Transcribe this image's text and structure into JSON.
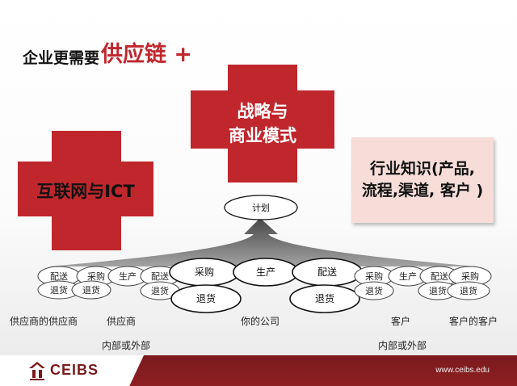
{
  "title": {
    "prefix": "企业更需要",
    "accent": "供应链 +"
  },
  "pillars": {
    "internet": "互联网与ICT",
    "strategy": "战略与\n商业模式",
    "industry": "行业知识(产品,\n流程,渠道, 客户 )"
  },
  "flow": {
    "plan": "计划",
    "core": {
      "purchase": "采购",
      "produce": "生产",
      "deliver": "配送",
      "return_left": "退货",
      "return_right": "退货"
    },
    "left_near": {
      "produce": "生产",
      "deliver": "配送",
      "return": "退货"
    },
    "left_far": {
      "deliver": "配送",
      "purchase": "采购",
      "return_a": "退货",
      "return_b": "退货"
    },
    "right_near": {
      "purchase": "采购",
      "produce": "生产",
      "return": "退货"
    },
    "right_far": {
      "deliver": "配送",
      "purchase": "采购",
      "return_a": "退货",
      "return_b": "退货"
    }
  },
  "labels": {
    "supplier_of_supplier": "供应商的供应商",
    "supplier": "供应商",
    "internal_external_left": "内部或外部",
    "your_company": "你的公司",
    "customer": "客户",
    "customer_of_customer": "客户的客户",
    "internal_external_right": "内部或外部"
  },
  "footer": {
    "logo": "CEIBS",
    "logo_icon": "ceibs-emblem-icon",
    "website": "www.ceibs.edu"
  },
  "colors": {
    "accent": "#c0272d",
    "pink": "#f6ddd8",
    "footer": "#8e1f22"
  }
}
